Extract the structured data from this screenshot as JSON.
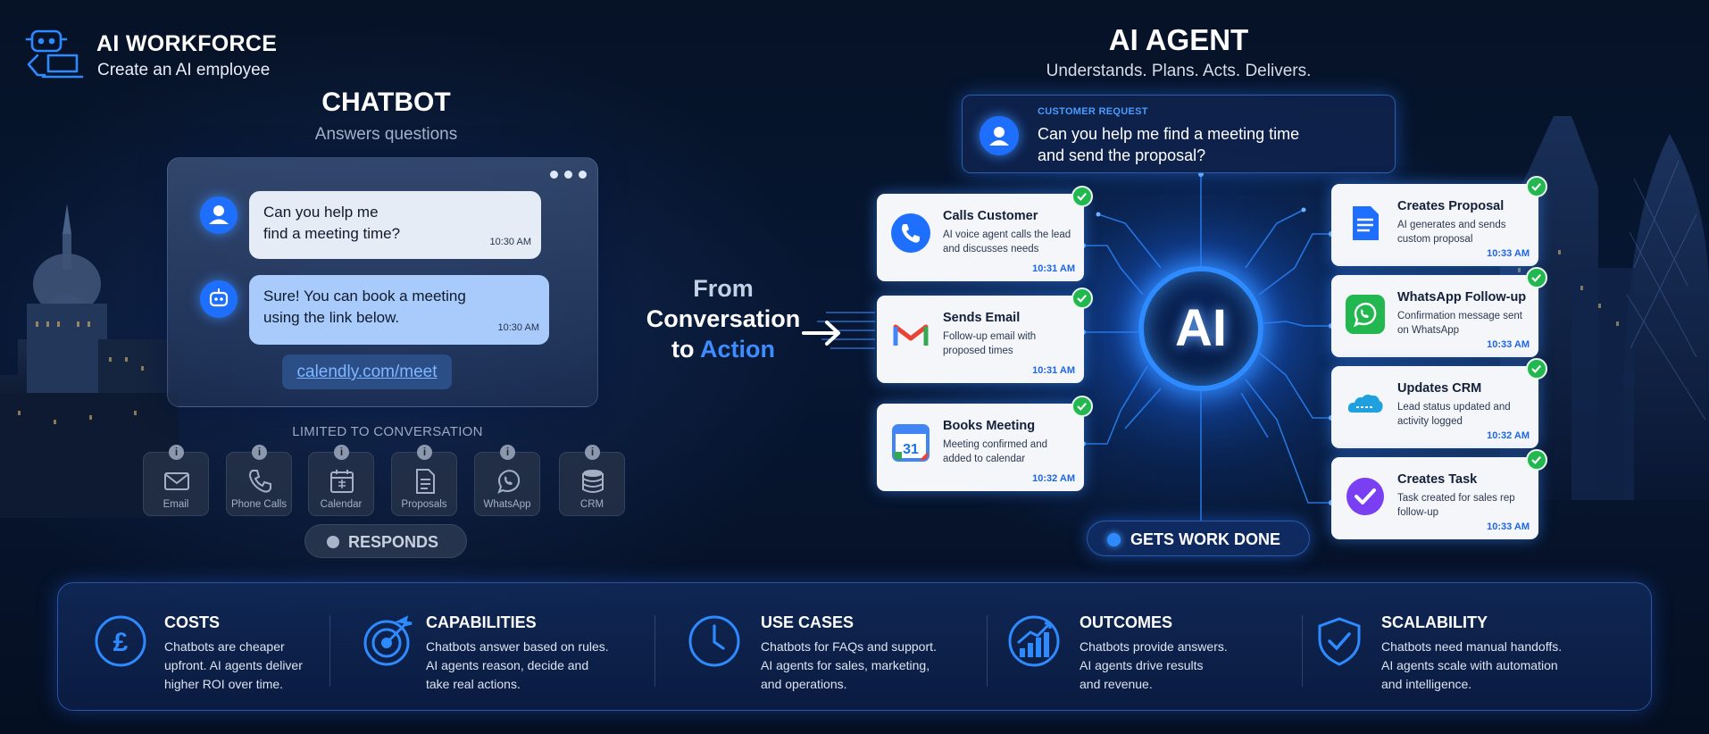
{
  "brand": {
    "title": "AI WORKFORCE",
    "subtitle": "Create an AI employee",
    "icon": "robot-laptop-icon"
  },
  "chatbot": {
    "title": "CHATBOT",
    "subtitle": "Answers questions",
    "messages": [
      {
        "sender": "user",
        "text_line1": "Can you help me",
        "text_line2": "find a meeting time?",
        "time": "10:30 AM"
      },
      {
        "sender": "bot",
        "text_line1": "Sure! You can book a meeting",
        "text_line2": "using the link below.",
        "time": "10:30 AM"
      }
    ],
    "link": "calendly.com/meet",
    "limited_label": "LIMITED TO CONVERSATION",
    "limits": [
      {
        "label": "Email",
        "icon": "envelope-icon"
      },
      {
        "label": "Phone Calls",
        "icon": "phone-icon"
      },
      {
        "label": "Calendar",
        "icon": "calendar-icon"
      },
      {
        "label": "Proposals",
        "icon": "document-icon"
      },
      {
        "label": "WhatsApp",
        "icon": "whatsapp-icon"
      },
      {
        "label": "CRM",
        "icon": "database-icon"
      }
    ],
    "status": "RESPONDS"
  },
  "middle": {
    "line1": "From",
    "line2": "Conversation",
    "line3_prefix": "to ",
    "line3_accent": "Action"
  },
  "agent": {
    "title": "AI AGENT",
    "subtitle": "Understands. Plans. Acts. Delivers.",
    "request_label": "CUSTOMER REQUEST",
    "request_line1": "Can you help me find a meeting time",
    "request_line2": "and send the proposal?",
    "core_label": "AI",
    "tasks_left": [
      {
        "title": "Calls Customer",
        "desc": "AI voice agent calls the lead and discusses needs",
        "time": "10:31 AM",
        "icon": "phone-icon"
      },
      {
        "title": "Sends Email",
        "desc": "Follow-up email with proposed times",
        "time": "10:31 AM",
        "icon": "gmail-icon"
      },
      {
        "title": "Books Meeting",
        "desc": "Meeting confirmed and added to calendar",
        "time": "10:32 AM",
        "icon": "google-calendar-icon"
      }
    ],
    "tasks_right": [
      {
        "title": "Creates Proposal",
        "desc": "AI generates and sends custom proposal",
        "time": "10:33 AM",
        "icon": "document-icon"
      },
      {
        "title": "WhatsApp Follow-up",
        "desc": "Confirmation message sent on WhatsApp",
        "time": "10:33 AM",
        "icon": "whatsapp-icon"
      },
      {
        "title": "Updates CRM",
        "desc": "Lead status updated and activity logged",
        "time": "10:32 AM",
        "icon": "salesforce-icon"
      },
      {
        "title": "Creates Task",
        "desc": "Task created for sales rep follow-up",
        "time": "10:33 AM",
        "icon": "task-check-icon"
      }
    ],
    "status": "GETS WORK DONE"
  },
  "comparison": [
    {
      "title": "COSTS",
      "line1": "Chatbots are cheaper",
      "line2": "upfront. AI agents deliver",
      "line3": "higher ROI over time.",
      "icon": "pound-icon"
    },
    {
      "title": "CAPABILITIES",
      "line1": "Chatbots answer based on rules.",
      "line2": "AI agents reason, decide and",
      "line3": "take real actions.",
      "icon": "target-icon"
    },
    {
      "title": "USE CASES",
      "line1": "Chatbots for FAQs and support.",
      "line2": "AI agents for sales, marketing,",
      "line3": "and operations.",
      "icon": "clock-icon"
    },
    {
      "title": "OUTCOMES",
      "line1": "Chatbots provide answers.",
      "line2": "AI agents drive results",
      "line3": "and revenue.",
      "icon": "growth-chart-icon"
    },
    {
      "title": "SCALABILITY",
      "line1": "Chatbots need manual handoffs.",
      "line2": "AI agents scale with automation",
      "line3": "and intelligence.",
      "icon": "shield-check-icon"
    }
  ],
  "colors": {
    "accent": "#2d8bff",
    "success": "#22b84f",
    "background": "#061226"
  }
}
